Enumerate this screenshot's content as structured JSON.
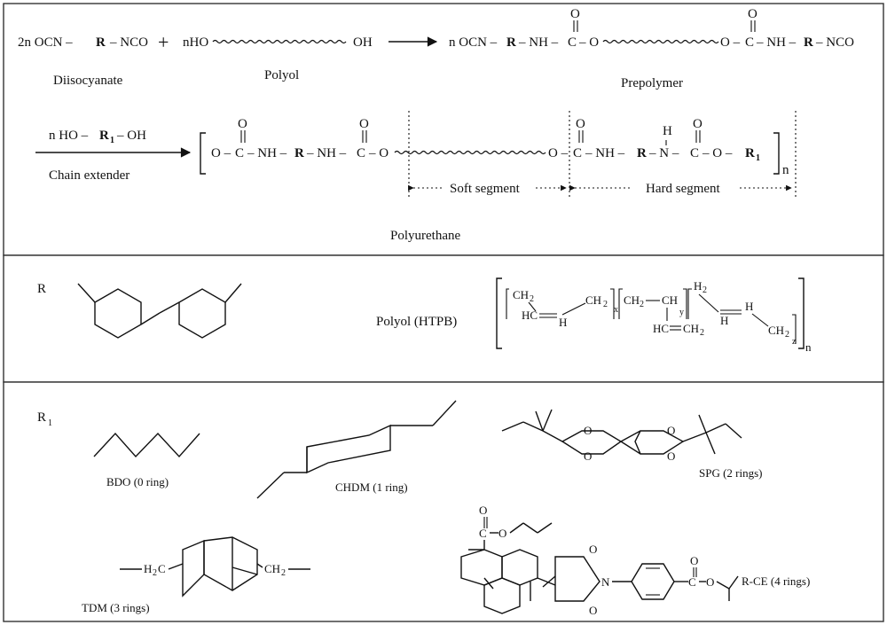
{
  "reaction": {
    "diisocyanate_formula": "2n OCN – R – NCO",
    "plus": "+",
    "polyol_formula": "nHO – ∿∿∿ – OH",
    "prepolymer_formula": "n OCN–R–NH–C(=O)–O–∿∿∿–O–C(=O)–NH–R–NCO",
    "diisocyanate_label": "Diisocyanate",
    "polyol_label": "Polyol",
    "prepolymer_label": "Prepolymer",
    "chain_extender_formula": "n HO–R1–OH",
    "chain_extender_label": "Chain extender",
    "polyurethane_formula": "–[O–C(=O)–NH–R–NH–C(=O)–O–∿∿∿–O–C(=O)–NH–R–NH–C(=O)–O–R1]n–",
    "soft_segment": "Soft segment",
    "hard_segment": "Hard segment",
    "polyurethane_label": "Polyurethane",
    "n": "n"
  },
  "structures": {
    "R_label": "R",
    "polyol_htpb_label": "Polyol  (HTPB)",
    "htpb": {
      "ch2": "CH",
      "hc": "HC",
      "h": "H",
      "h2": "H",
      "x": "x",
      "y": "y",
      "z": "z",
      "ch": "CH",
      "hc_ch2": "HC",
      "n": "n"
    },
    "R1_label": "R",
    "R1_sub": "1",
    "bdo": "BDO  (0 ring)",
    "chdm": "CHDM (1 ring)",
    "spg": "SPG (2 rings)",
    "tdm": "TDM (3 rings)",
    "rce": "R-CE (4  rings)",
    "o": "O",
    "c": "C",
    "n_atom": "N",
    "h2c": "H",
    "ch2_atom": "CH"
  },
  "icons": {
    "reaction-arrow": "arrow-right-icon",
    "polymer-chain": "wavy-chain-icon"
  }
}
